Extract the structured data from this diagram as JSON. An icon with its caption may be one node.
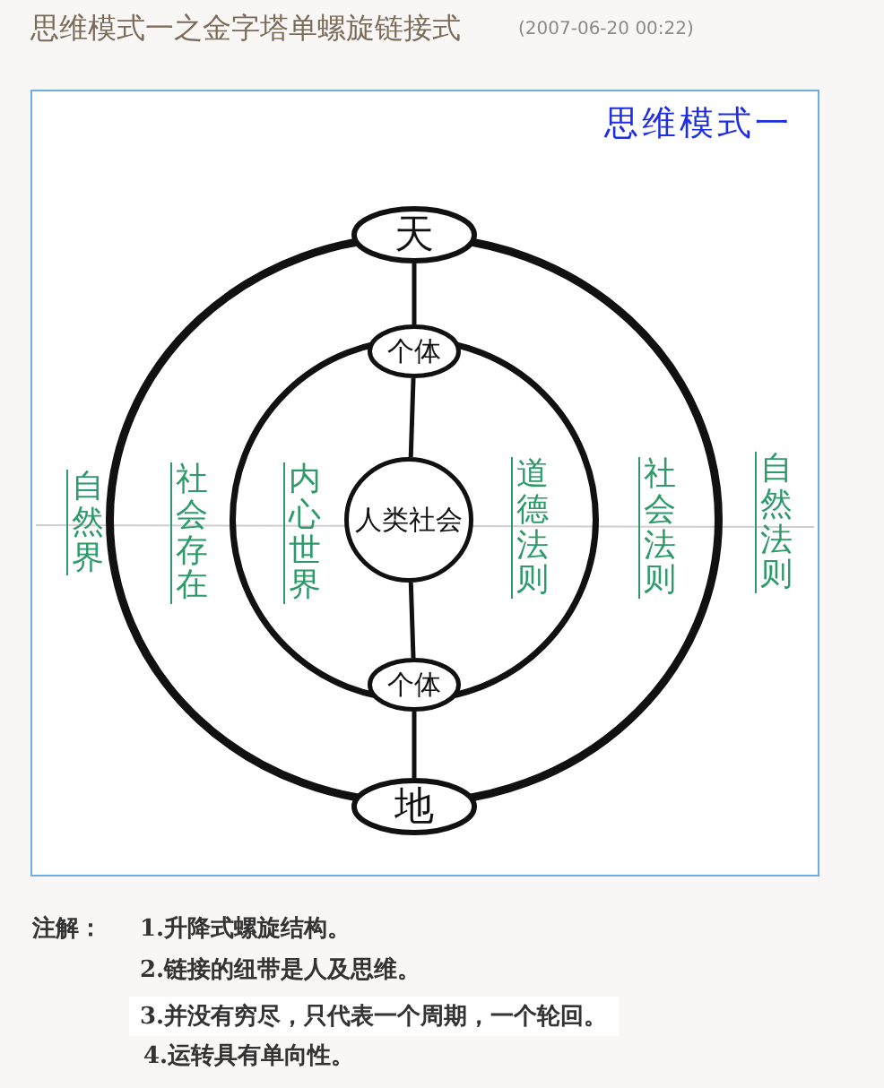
{
  "diagram": {
    "title": "思维模式一之金字塔单螺旋链接式",
    "nodes": [
      {
        "text": [],
        "shape": "circle"
      },
      {
        "text": [],
        "shape": "circle",
        "in": 0
      },
      {
        "text": [
          "天"
        ]
      },
      {
        "text": [
          "个体"
        ],
        "in": 0
      },
      {
        "text": [
          "人类社会"
        ],
        "in": 1
      },
      {
        "text": [
          "个体"
        ],
        "in": 0
      },
      {
        "text": [
          "地"
        ]
      }
    ],
    "edges": [
      {
        "from": 2,
        "to": 3,
        "arrow": "none"
      },
      {
        "from": 3,
        "to": 4,
        "arrow": "none"
      },
      {
        "from": 4,
        "to": 5,
        "arrow": "none"
      },
      {
        "from": 5,
        "to": 6,
        "arrow": "none"
      }
    ],
    "labels": [
      "(2007-06-20 00:22)",
      "思维模式一",
      "自然界",
      "社会存在",
      "内心世界",
      "道德法则",
      "社会法则",
      "自然法则",
      "注解：",
      "1.升降式螺旋结构。",
      "2.链接的纽带是人及思维。",
      "3.并没有穷尽，只代表一个周期，一个轮回。",
      "4.运转具有单向性。"
    ]
  }
}
